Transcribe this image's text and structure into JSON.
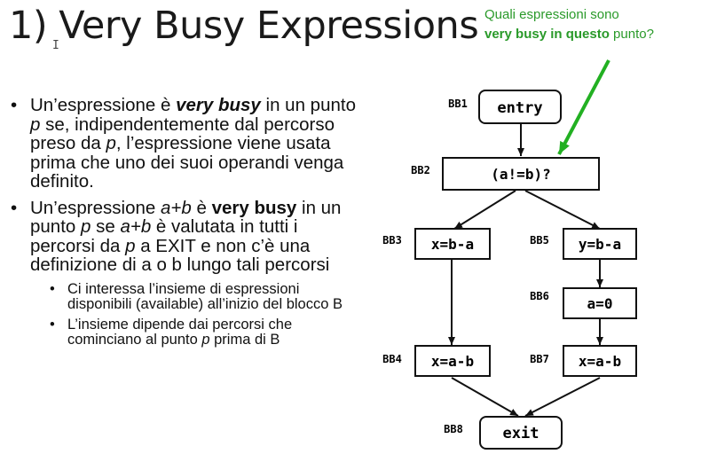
{
  "title": "1) Very Busy Expressions",
  "cursor_glyph": "I",
  "question": {
    "line1": "Quali espressioni sono",
    "line2_bold": "very busy in questo",
    "line2_rest": " punto?"
  },
  "bullets": {
    "b1": {
      "t1": "Un’espressione è ",
      "t2": "very busy",
      "t3": " in un punto ",
      "t4": "p",
      "t5": " se, indipendentemente dal percorso preso da ",
      "t6": "p",
      "t7": ", l’espressione viene usata prima che uno dei suoi operandi venga definito."
    },
    "b2": {
      "t1": "Un’espressione ",
      "t2": "a+b",
      "t3": " è ",
      "t4": "very busy",
      "t5": " in un punto ",
      "t6": "p",
      "t7": " se ",
      "t8": "a+b",
      "t9": " è valutata in tutti i percorsi da ",
      "t10": "p",
      "t11": " a EXIT e non c’è una definizione di a o b lungo tali percorsi"
    },
    "s1": "Ci interessa l’insieme di espressioni disponibili (available) all’inizio del blocco B",
    "s2": {
      "t1": "L’insieme dipende dai percorsi che cominciano al punto ",
      "t2": "p",
      "t3": " prima di B"
    }
  },
  "cfg": {
    "BB1": {
      "label": "BB1",
      "code": "entry"
    },
    "BB2": {
      "label": "BB2",
      "code": "(a!=b)?"
    },
    "BB3": {
      "label": "BB3",
      "code": "x=b-a"
    },
    "BB4": {
      "label": "BB4",
      "code": "x=a-b"
    },
    "BB5": {
      "label": "BB5",
      "code": "y=b-a"
    },
    "BB6": {
      "label": "BB6",
      "code": "a=0"
    },
    "BB7": {
      "label": "BB7",
      "code": "x=a-b"
    },
    "BB8": {
      "label": "BB8",
      "code": "exit"
    }
  },
  "colors": {
    "accent_green": "#2a9a2a",
    "arrow_green": "#22b022",
    "box_border": "#111111"
  }
}
